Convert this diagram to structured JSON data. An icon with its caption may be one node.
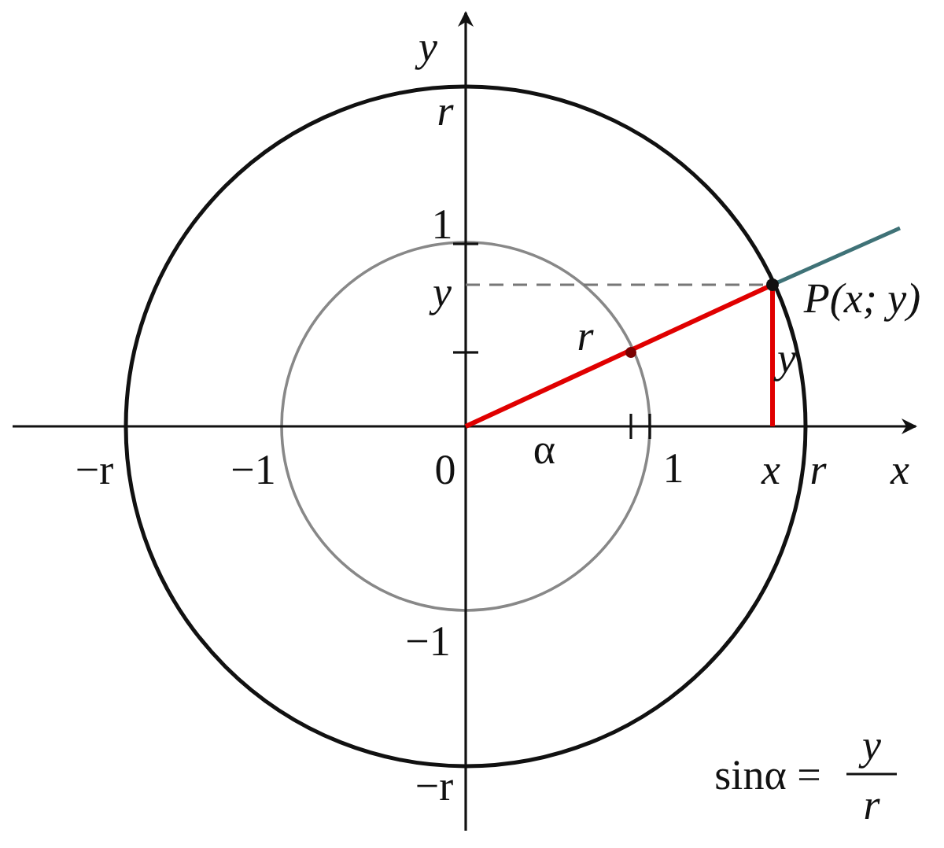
{
  "diagram": {
    "labels": [
      "y",
      "r",
      "1",
      "y",
      "P(x; y)",
      "r",
      "y",
      "α",
      "−r",
      "−1",
      "0",
      "1",
      "x",
      "r",
      "x",
      "−1",
      "−r",
      "sinα =",
      "y",
      "r"
    ]
  }
}
